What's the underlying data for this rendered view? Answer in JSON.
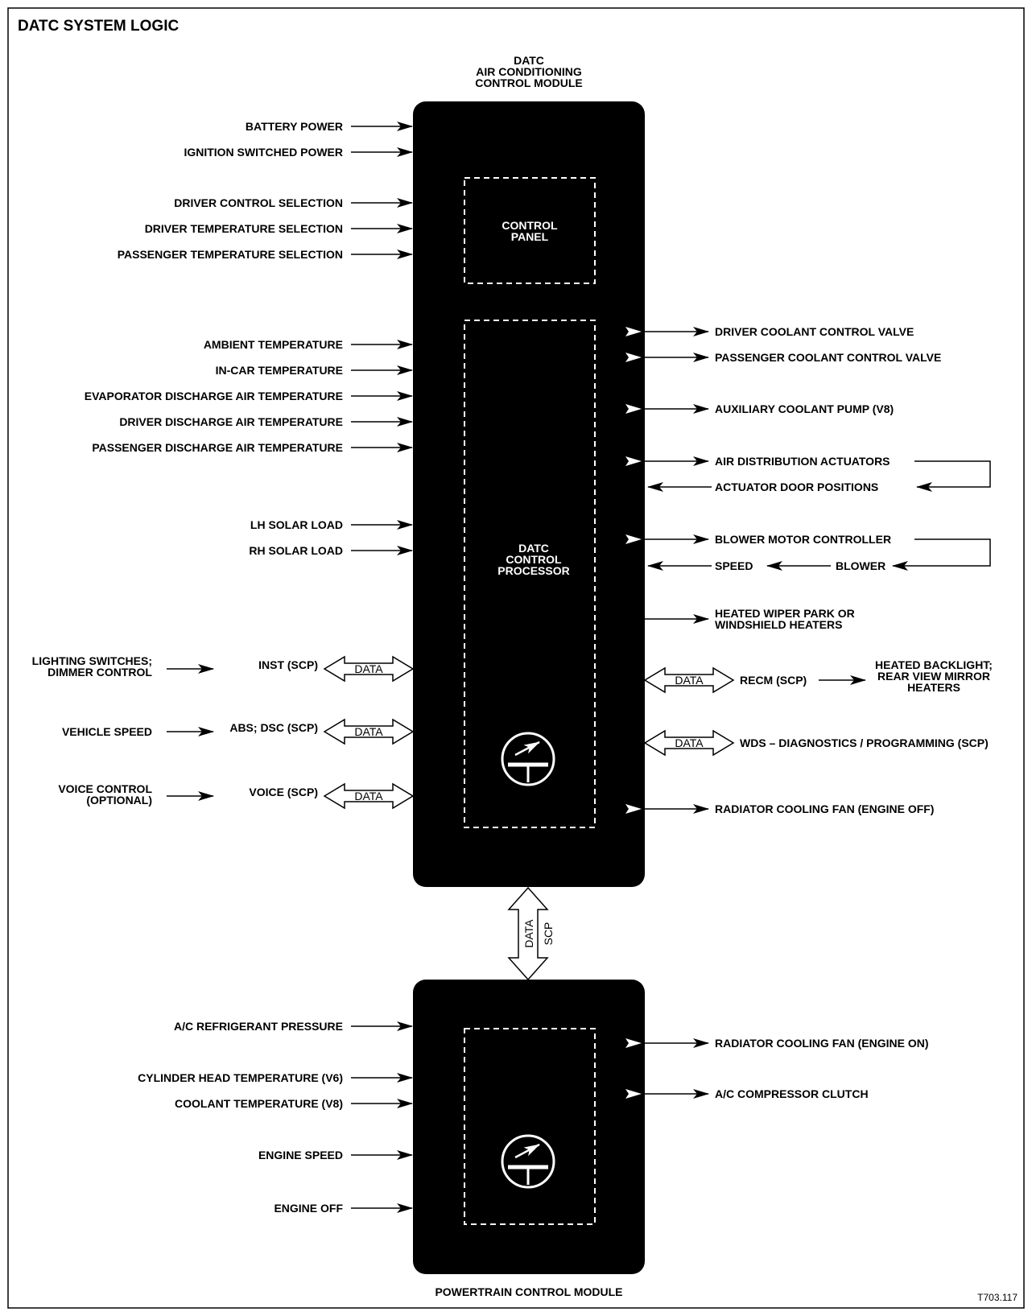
{
  "title": "DATC SYSTEM LOGIC",
  "code": "T703.117",
  "datc_module": {
    "header": [
      "DATC",
      "AIR CONDITIONING",
      "CONTROL MODULE"
    ],
    "control_panel": [
      "CONTROL",
      "PANEL"
    ],
    "processor": [
      "DATC",
      "CONTROL",
      "PROCESSOR"
    ]
  },
  "pcm": {
    "name": "POWERTRAIN CONTROL MODULE"
  },
  "bus_labels": {
    "data": "DATA",
    "scp": "SCP"
  },
  "datc_inputs": [
    "BATTERY POWER",
    "IGNITION SWITCHED POWER",
    "DRIVER CONTROL SELECTION",
    "DRIVER TEMPERATURE SELECTION",
    "PASSENGER TEMPERATURE SELECTION",
    "AMBIENT TEMPERATURE",
    "IN-CAR TEMPERATURE",
    "EVAPORATOR DISCHARGE AIR TEMPERATURE",
    "DRIVER DISCHARGE AIR TEMPERATURE",
    "PASSENGER DISCHARGE AIR TEMPERATURE",
    "LH SOLAR LOAD",
    "RH SOLAR LOAD"
  ],
  "datc_outputs": [
    "DRIVER COOLANT CONTROL VALVE",
    "PASSENGER COOLANT CONTROL VALVE",
    "AUXILIARY COOLANT PUMP (V8)",
    "AIR DISTRIBUTION ACTUATORS",
    "BLOWER MOTOR CONTROLLER",
    "RADIATOR COOLING FAN (ENGINE OFF)"
  ],
  "datc_feedback": {
    "actuator": "ACTUATOR DOOR POSITIONS",
    "speed": "SPEED",
    "blower": "BLOWER"
  },
  "heated_wiper": [
    "HEATED WIPER PARK OR",
    "WINDSHIELD HEATERS"
  ],
  "left_networks": [
    {
      "source": [
        "LIGHTING SWITCHES;",
        "DIMMER CONTROL"
      ],
      "node": "INST (SCP)"
    },
    {
      "source": [
        "VEHICLE SPEED"
      ],
      "node": "ABS; DSC (SCP)"
    },
    {
      "source": [
        "VOICE CONTROL",
        "(OPTIONAL)"
      ],
      "node": "VOICE (SCP)"
    }
  ],
  "right_networks": {
    "recm": "RECM (SCP)",
    "recm_output": [
      "HEATED BACKLIGHT;",
      "REAR VIEW MIRROR",
      "HEATERS"
    ],
    "wds": "WDS – DIAGNOSTICS / PROGRAMMING (SCP)"
  },
  "pcm_inputs": [
    "A/C REFRIGERANT PRESSURE",
    "CYLINDER HEAD TEMPERATURE (V6)",
    "COOLANT TEMPERATURE (V8)",
    "ENGINE SPEED",
    "ENGINE OFF"
  ],
  "pcm_outputs": [
    "RADIATOR COOLING FAN (ENGINE ON)",
    "A/C COMPRESSOR CLUTCH"
  ],
  "colors": {
    "module_fill": "#000000",
    "line": "#000000",
    "background": "#ffffff"
  }
}
